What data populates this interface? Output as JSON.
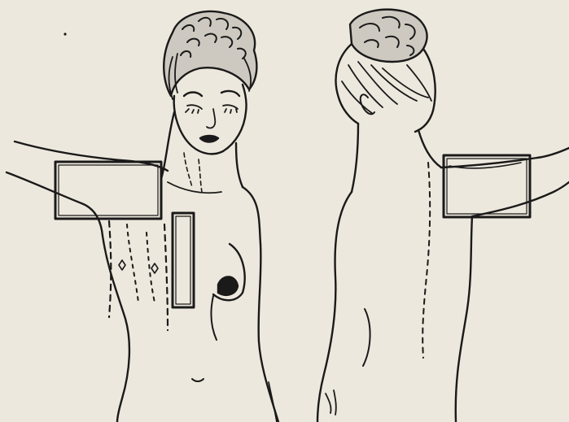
{
  "illustration": {
    "palette": {
      "paper": "#ede8dd",
      "ink": "#1a1a1a"
    },
    "figures": [
      {
        "view": "front",
        "markers": [
          "rectangle-across-shoulder",
          "rectangle-along-sternum"
        ]
      },
      {
        "view": "back",
        "markers": [
          "rectangle-on-shoulder-blade"
        ]
      }
    ]
  }
}
